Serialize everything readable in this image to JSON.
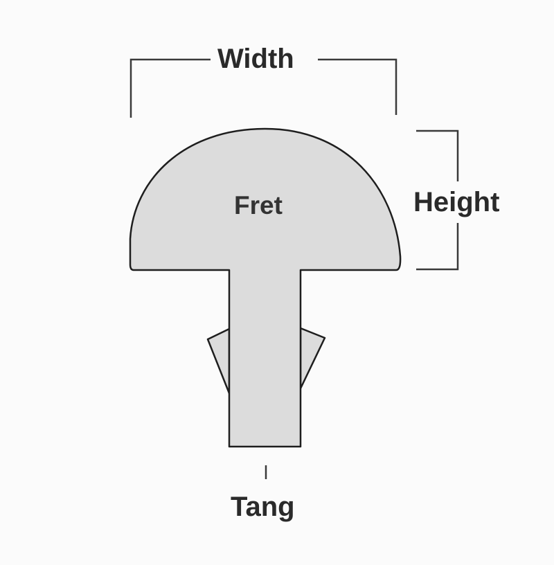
{
  "labels": {
    "width": "Width",
    "height": "Height",
    "fret": "Fret",
    "tang": "Tang"
  },
  "colors": {
    "background": "#fbfbfb",
    "fret_fill": "#dcdcdc",
    "outline": "#1e1e1e",
    "text": "#2a2a2a"
  }
}
